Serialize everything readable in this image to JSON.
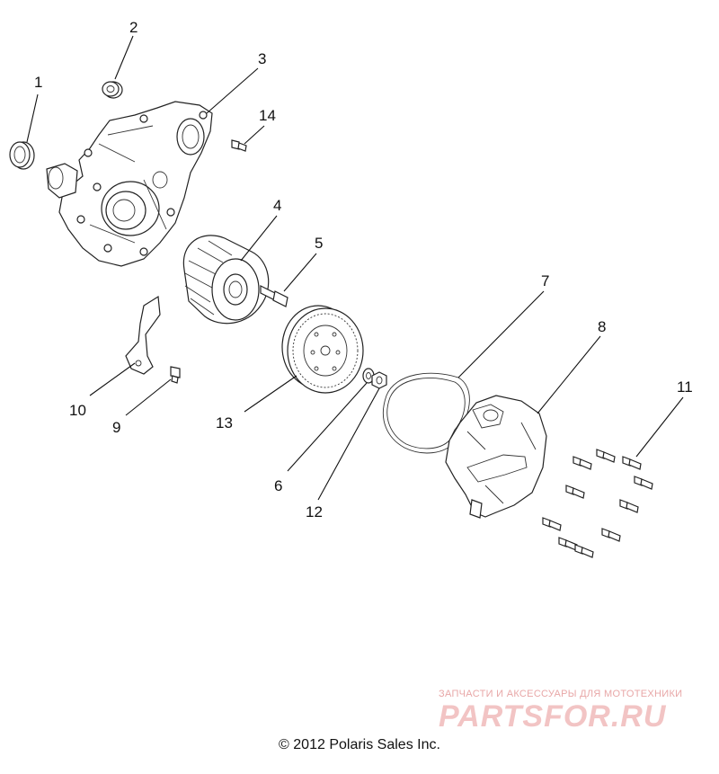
{
  "callouts": [
    "1",
    "2",
    "3",
    "4",
    "5",
    "6",
    "7",
    "8",
    "9",
    "10",
    "11",
    "12",
    "13",
    "14"
  ],
  "watermark": {
    "tagline": "ЗАПЧАСТИ И АКСЕССУАРЫ ДЛЯ МОТОТЕХНИКИ",
    "brand": "PARTSFOR.RU",
    "color": "#e06666"
  },
  "copyright": "© 2012 Polaris Sales Inc."
}
